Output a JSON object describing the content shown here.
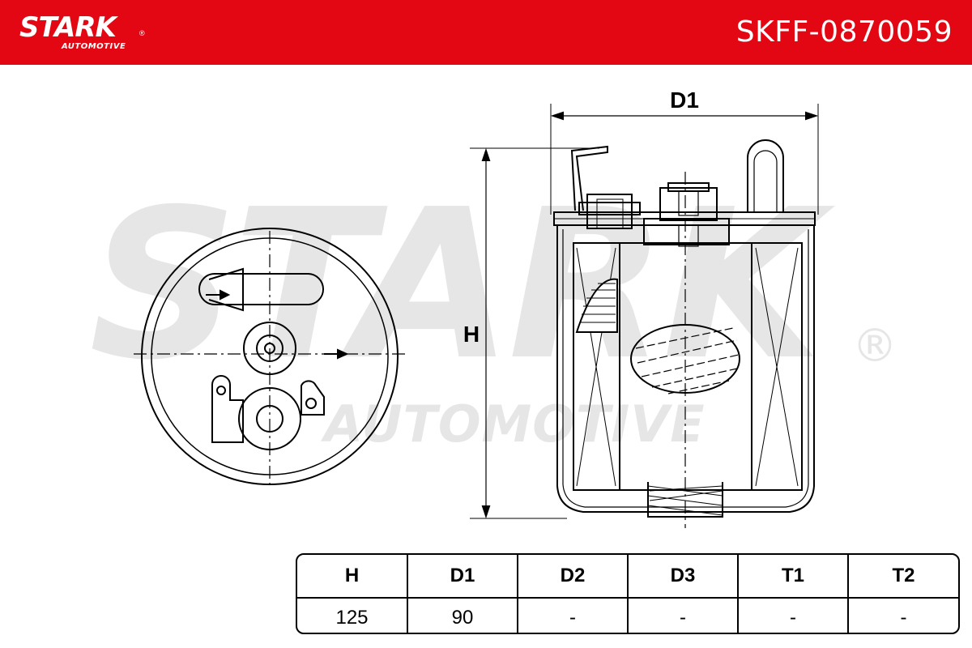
{
  "header": {
    "brand": "STARK",
    "brand_sub": "AUTOMOTIVE",
    "registered": "®",
    "part_number": "SKFF-0870059",
    "bg_color": "#e30613"
  },
  "watermark": {
    "text": "STARK",
    "sub": "AUTOMOTIVE",
    "registered": "®",
    "color": "#e6e6e6"
  },
  "diagram": {
    "dim_width_label": "D1",
    "dim_height_label": "H"
  },
  "dimensions": {
    "headers": [
      "H",
      "D1",
      "D2",
      "D3",
      "T1",
      "T2"
    ],
    "values": [
      "125",
      "90",
      "-",
      "-",
      "-",
      "-"
    ]
  }
}
